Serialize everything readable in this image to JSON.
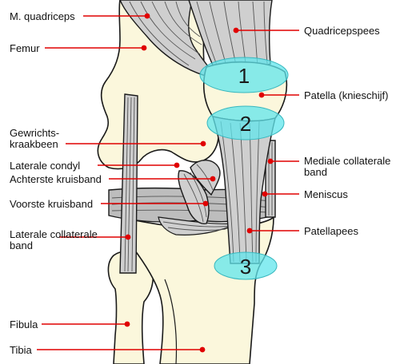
{
  "labels": {
    "m_quadriceps": "M. quadriceps",
    "femur": "Femur",
    "gewrichtskraakbeen_1": "Gewrichts-",
    "gewrichtskraakbeen_2": "kraakbeen",
    "laterale_condyl": "Laterale condyl",
    "achterste_kruisband": "Achterste kruisband",
    "voorste_kruisband": "Voorste kruisband",
    "laterale_collaterale_1": "Laterale collaterale",
    "laterale_collaterale_2": "band",
    "fibula": "Fibula",
    "tibia": "Tibia",
    "quadricepspees": "Quadricepspees",
    "patella": "Patella (knieschijf)",
    "mediale_collaterale_1": "Mediale collaterale",
    "mediale_collaterale_2": "band",
    "meniscus": "Meniscus",
    "patellapees": "Patellapees"
  },
  "zones": {
    "zone_1": "1",
    "zone_2": "2",
    "zone_3": "3"
  },
  "colors": {
    "bone": "#fbf7dc",
    "tendon": "#cfcfcf",
    "highlight": "#60e6ec",
    "leader": "#e00000"
  }
}
